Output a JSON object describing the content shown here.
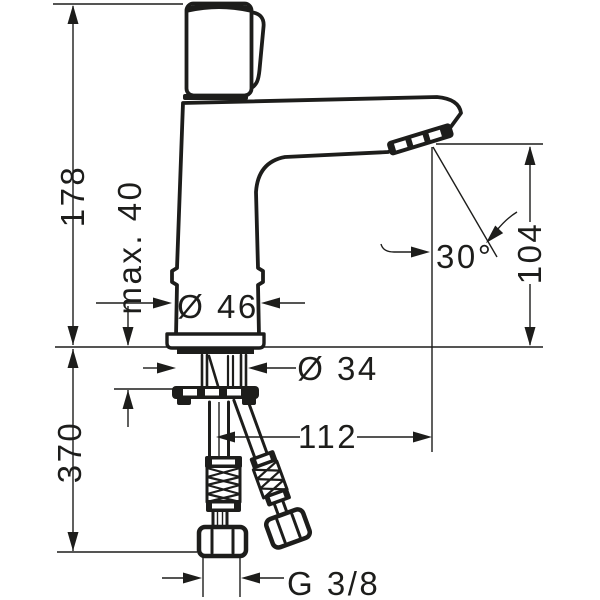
{
  "drawing": {
    "type": "technical-dimension-drawing",
    "subject": "single-hole basin mixer faucet, side elevation with supply hoses",
    "ink_color": "#1d1d1b",
    "background_color": "#ffffff",
    "dimensions": {
      "overall_height": "178",
      "max_mounting_thickness": "max. 40",
      "body_diameter": "Ø 46",
      "shank_diameter": "Ø 34",
      "spout_reach": "112",
      "hose_length": "370",
      "spout_height": "104",
      "spray_angle": "30°",
      "connection_thread": "G 3/8"
    }
  }
}
